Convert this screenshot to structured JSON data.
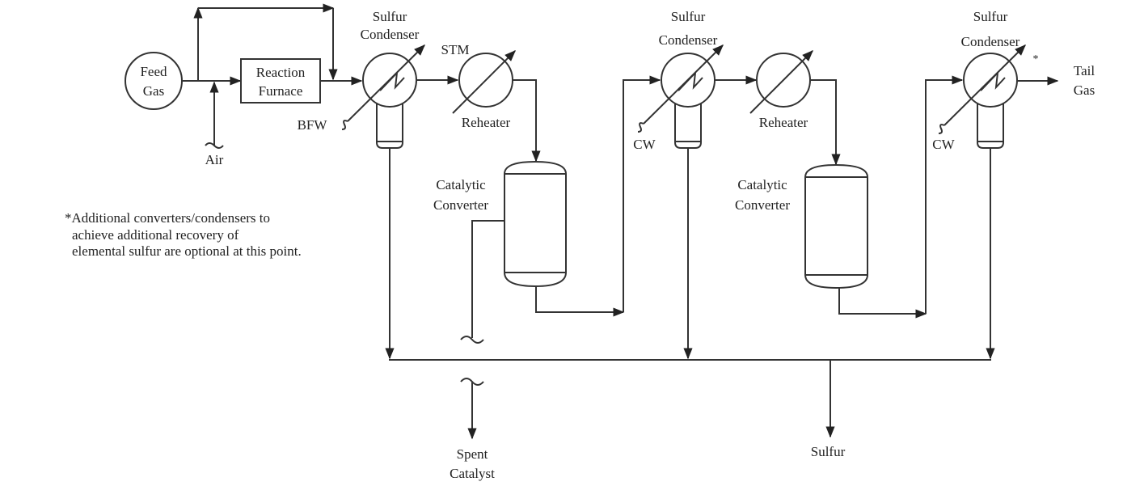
{
  "feed": {
    "line1": "Feed",
    "line2": "Gas"
  },
  "furnace": {
    "line1": "Reaction",
    "line2": "Furnace"
  },
  "air": "Air",
  "bfw": "BFW",
  "stm": "STM",
  "cw": "CW",
  "condensers": [
    {
      "line1": "Sulfur",
      "line2": "Condenser"
    },
    {
      "line1": "Sulfur",
      "line2": "Condenser"
    },
    {
      "line1": "Sulfur",
      "line2": "Condenser"
    }
  ],
  "reheaters": [
    "Reheater",
    "Reheater"
  ],
  "converters": [
    {
      "line1": "Catalytic",
      "line2": "Converter"
    },
    {
      "line1": "Catalytic",
      "line2": "Converter"
    }
  ],
  "asterisk": "*",
  "tail_gas": {
    "line1": "Tail",
    "line2": "Gas"
  },
  "spent_catalyst": {
    "line1": "Spent",
    "line2": "Catalyst"
  },
  "sulfur": "Sulfur",
  "footnote": [
    "*Additional converters/condensers to",
    "achieve additional recovery of",
    "elemental sulfur are optional at this point."
  ]
}
